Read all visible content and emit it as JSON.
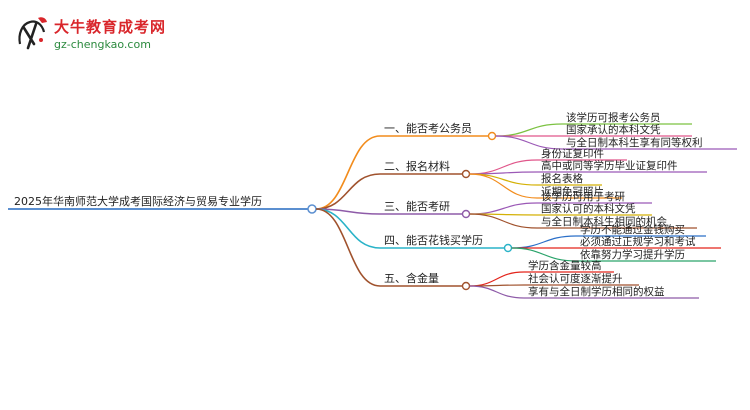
{
  "logo": {
    "title": "大牛教育成考网",
    "url": "gz-chengkao.com",
    "mark_icon": "cow-head-logo-icon"
  },
  "mindmap": {
    "root": "2025年华南师范大学成考国际经济与贸易专业学历",
    "root_color": "#5b8fd0",
    "branches": [
      {
        "label": "一、能否考公务员",
        "color": "#f28c1c",
        "leaves": [
          {
            "text": "该学历可报考公务员",
            "color": "#7cc242"
          },
          {
            "text": "国家承认的本科文凭",
            "color": "#e0568a"
          },
          {
            "text": "与全日制本科生享有同等权利",
            "color": "#9b59b6"
          }
        ]
      },
      {
        "label": "二、报名材料",
        "color": "#a0522d",
        "leaves": [
          {
            "text": "身份证复印件",
            "color": "#e0568a"
          },
          {
            "text": "高中或同等学历毕业证复印件",
            "color": "#9b59b6"
          },
          {
            "text": "报名表格",
            "color": "#d4b106"
          },
          {
            "text": "近期免冠照片",
            "color": "#f28c1c"
          }
        ]
      },
      {
        "label": "三、能否考研",
        "color": "#8e5ba8",
        "leaves": [
          {
            "text": "该学历可用于考研",
            "color": "#9b59b6"
          },
          {
            "text": "国家认可的本科文凭",
            "color": "#d4b106"
          },
          {
            "text": "与全日制本科生相同的机会",
            "color": "#a0522d"
          }
        ]
      },
      {
        "label": "四、能否花钱买学历",
        "color": "#2ab3c8",
        "leaves": [
          {
            "text": "学历不能通过金钱购买",
            "color": "#2a6fc8"
          },
          {
            "text": "必须通过正规学习和考试",
            "color": "#e3241b"
          },
          {
            "text": "依靠努力学习提升学历",
            "color": "#2aa36a"
          }
        ]
      },
      {
        "label": "五、含金量",
        "color": "#a0522d",
        "leaves": [
          {
            "text": "学历含金量较高",
            "color": "#e3241b"
          },
          {
            "text": "社会认可度逐渐提升",
            "color": "#a0522d"
          },
          {
            "text": "享有与全日制学历相同的权益",
            "color": "#8e5ba8"
          }
        ]
      }
    ]
  }
}
